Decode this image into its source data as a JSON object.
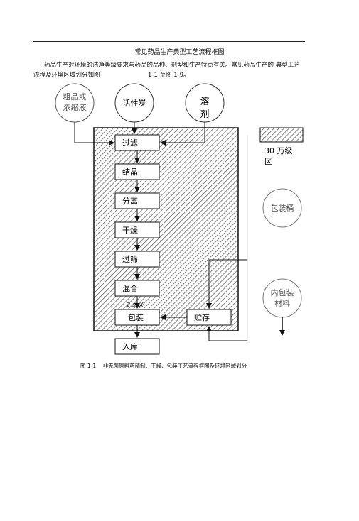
{
  "header": {
    "title": "常见药品生产典型工艺流程框图"
  },
  "intro": {
    "line1": "药品生产对环境的洁净等级要求与药品的品种、剂型和生产特点有关。常见药品生产的  典型工艺",
    "line2a": "流程及环境区域划分如图",
    "line2b": "1-1 至图 1-9。"
  },
  "diagram": {
    "inputs": {
      "crude": [
        "粗品或",
        "浓缩液"
      ],
      "carbon": "活性炭",
      "solvent": [
        "溶",
        "剂"
      ]
    },
    "steps": [
      "过滤",
      "结晶",
      "分离",
      "干燥",
      "过筛",
      "混合",
      "包装",
      "入库"
    ],
    "storage": "贮存",
    "small_label": "2 级 X",
    "legend_label": [
      "30 万级",
      "区"
    ],
    "barrel": "包装桶",
    "inner": [
      "内包装",
      "材料"
    ]
  },
  "caption": {
    "fig_no": "图 1-1",
    "text": "非无菌原料药精制、干燥、包装工艺流程框图及环境区域划分"
  }
}
